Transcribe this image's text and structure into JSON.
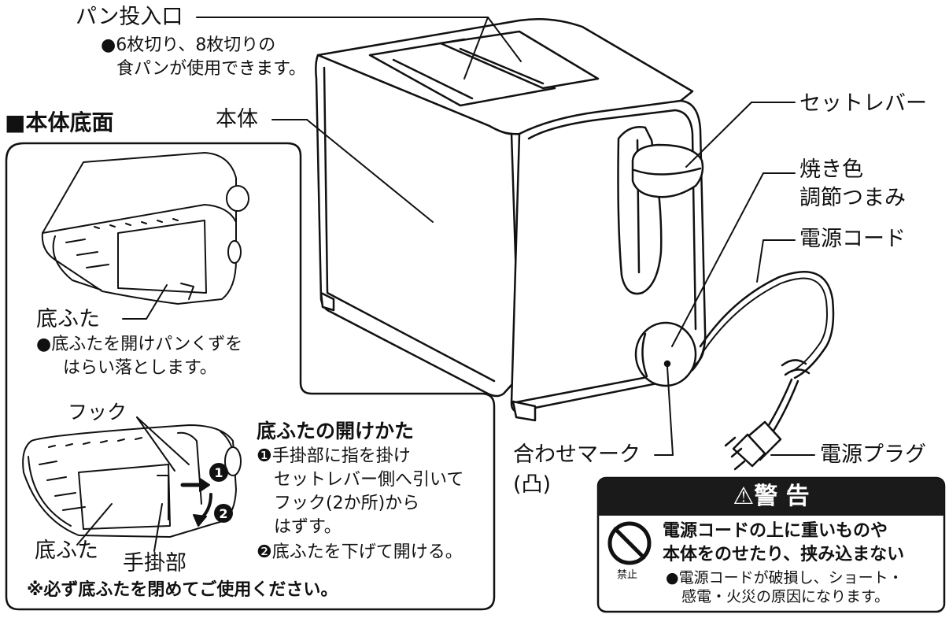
{
  "labels": {
    "bread_slot": "パン投入口",
    "bread_slot_note": [
      "●6枚切り、8枚切りの",
      "食パンが使用できます。"
    ],
    "body": "本体",
    "set_lever": "セットレバー",
    "browning_knob": [
      "焼き色",
      "調節つまみ"
    ],
    "power_cord": "電源コード",
    "power_plug": "電源プラグ",
    "alignment_mark": "合わせマーク",
    "alignment_mark_symbol": "(凸)"
  },
  "bottom_section": {
    "title": "■本体底面",
    "bottom_cover_label": "底ふた",
    "bottom_cover_note": [
      "●底ふたを開けパンくずを",
      "はらい落とします。"
    ],
    "hook_label": "フック",
    "bottom_cover_label_2": "底ふた",
    "handle_label": "手掛部",
    "how_to_open_title": "底ふたの開けかた",
    "steps": [
      "❶手掛部に指を掛け",
      "セットレバー側へ引いて",
      "フック(2か所)から",
      "はずす。",
      "❷底ふたを下げて開ける。"
    ],
    "footnote": "※必ず底ふたを閉めてご使用ください。"
  },
  "warning": {
    "header": "⚠警 告",
    "title": [
      "電源コードの上に重いものや",
      "本体をのせたり、挟み込まない"
    ],
    "prohibit_label": "禁止",
    "detail": [
      "●電源コードが破損し、ショート・",
      "感電・火災の原因になります。"
    ]
  }
}
